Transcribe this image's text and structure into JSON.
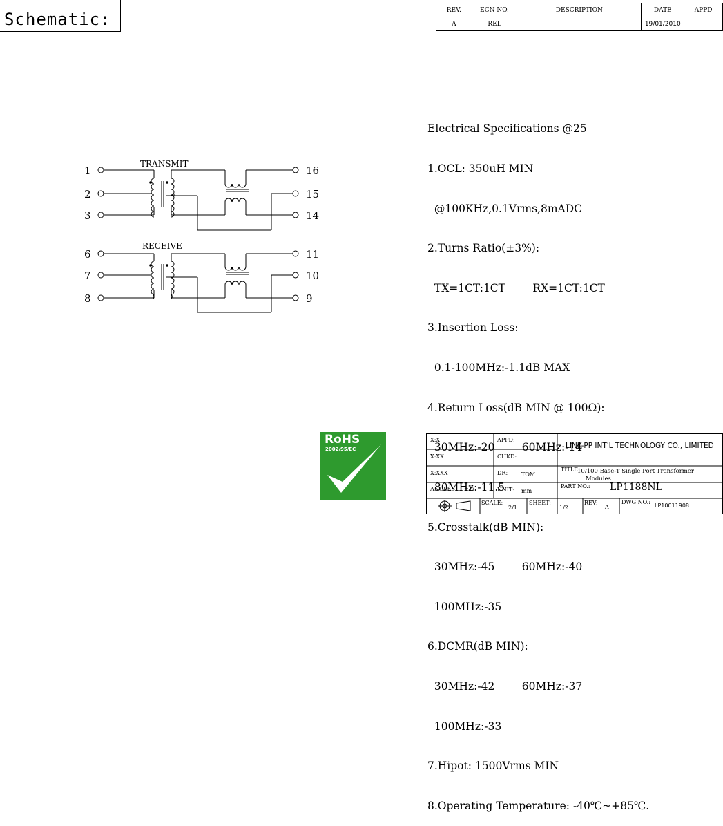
{
  "header": {
    "title": "Schematic:"
  },
  "revision_table": {
    "headers": [
      "REV.",
      "ECN NO.",
      "DESCRIPTION",
      "DATE",
      "APPD"
    ],
    "row": [
      "A",
      "REL",
      "",
      "19/01/2010",
      ""
    ]
  },
  "schematic": {
    "transmit_label": "TRANSMIT",
    "receive_label": "RECEIVE",
    "pins": [
      "1",
      "2",
      "3",
      "16",
      "15",
      "14",
      "6",
      "7",
      "8",
      "11",
      "10",
      "9"
    ]
  },
  "specs": [
    "Electrical Specifications @25",
    "1.OCL: 350uH MIN",
    "  @100KHz,0.1Vrms,8mADC",
    "2.Turns Ratio(±3%):",
    "  TX=1CT:1CT        RX=1CT:1CT",
    "3.Insertion Loss:",
    "  0.1-100MHz:-1.1dB MAX",
    "4.Return Loss(dB MIN @ 100Ω):",
    "  30MHz:-20        60MHz:-14",
    "  80MHz:-11.5",
    "5.Crosstalk(dB MIN):",
    "  30MHz:-45        60MHz:-40",
    "  100MHz:-35",
    "6.DCMR(dB MIN):",
    "  30MHz:-42        60MHz:-37",
    "  100MHz:-33",
    "7.Hipot: 1500Vrms MIN",
    "8.Operating Temperature: -40℃~+85℃."
  ],
  "rohs": {
    "title": "RoHS",
    "subtitle": "2002/95/EC"
  },
  "title_block": {
    "tol_x": "X:X",
    "tol_xx": "X:XX",
    "tol_xxx": "X:XXX",
    "angles": "ANGLES",
    "angles_val": "±1°",
    "appd": "APPD:",
    "chkd": "CHKD:",
    "dr": "DR:",
    "dr_val": "TOM",
    "unit": "UNIT:",
    "unit_val": "mm",
    "company": "LINK-PP INT'L TECHNOLOGY CO., LIMITED",
    "title_label": "TITLE:",
    "title_val_1": "10/100 Base-T Single Port Transformer",
    "title_val_2": "Modules",
    "part_label": "PART NO.:",
    "part_val": "LP1188NL",
    "scale_label": "SCALE:",
    "scale_val": "2/1",
    "sheet_label": "SHEET:",
    "sheet_val": "1/2",
    "rev_label": "REV:",
    "rev_val": "A",
    "dwg_label": "DWG NO.:",
    "dwg_val": "LP10011908"
  }
}
